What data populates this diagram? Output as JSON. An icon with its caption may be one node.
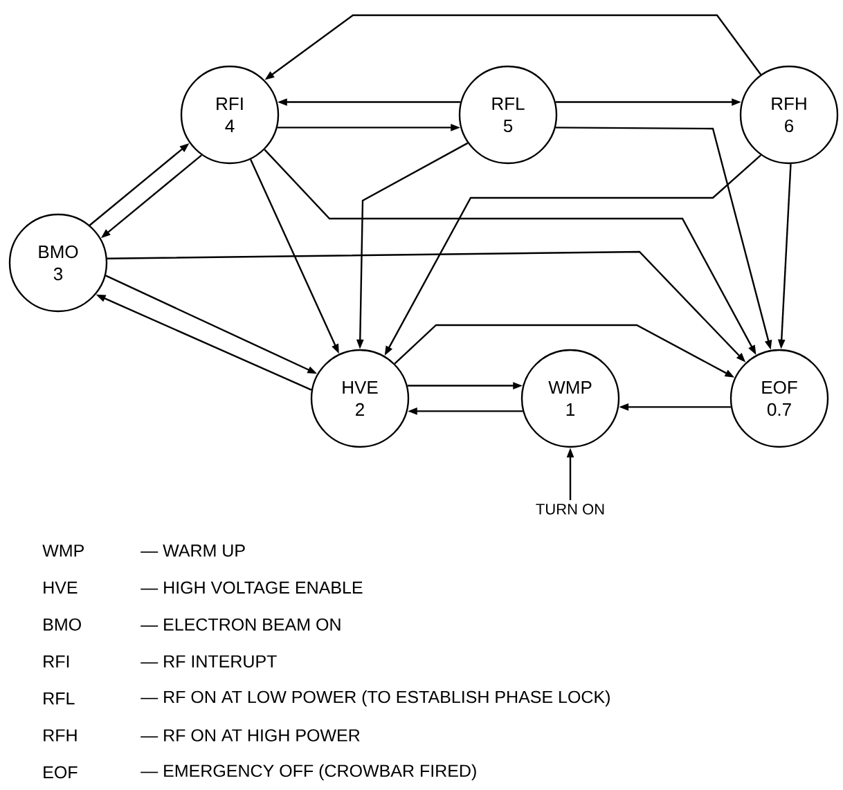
{
  "diagram": {
    "nodes": [
      {
        "text": [
          "RFI",
          "4"
        ]
      },
      {
        "text": [
          "RFL",
          "5"
        ]
      },
      {
        "text": [
          "RFH",
          "6"
        ]
      },
      {
        "text": [
          "BMO",
          "3"
        ]
      },
      {
        "text": [
          "HVE",
          "2"
        ]
      },
      {
        "text": [
          "WMP",
          "1"
        ]
      },
      {
        "text": [
          "EOF",
          "0.7"
        ]
      },
      {
        "text": [
          "TURN ON"
        ]
      }
    ],
    "edges": [
      {
        "from": 2,
        "to": 0,
        "arrow": "to"
      },
      {
        "from": 1,
        "to": 0,
        "arrow": "to"
      },
      {
        "from": 0,
        "to": 1,
        "arrow": "to"
      },
      {
        "from": 1,
        "to": 2,
        "arrow": "to"
      },
      {
        "from": 1,
        "to": 6,
        "arrow": "to"
      },
      {
        "from": 2,
        "to": 6,
        "arrow": "to"
      },
      {
        "from": 2,
        "to": 4,
        "arrow": "to"
      },
      {
        "from": 1,
        "to": 4,
        "arrow": "to"
      },
      {
        "from": 0,
        "to": 4,
        "arrow": "to"
      },
      {
        "from": 0,
        "to": 6,
        "arrow": "to"
      },
      {
        "from": 3,
        "to": 0,
        "arrow": "to"
      },
      {
        "from": 0,
        "to": 3,
        "arrow": "to"
      },
      {
        "from": 3,
        "to": 6,
        "arrow": "to"
      },
      {
        "from": 3,
        "to": 4,
        "arrow": "to"
      },
      {
        "from": 4,
        "to": 3,
        "arrow": "to"
      },
      {
        "from": 4,
        "to": 6,
        "arrow": "to"
      },
      {
        "from": 4,
        "to": 5,
        "arrow": "to"
      },
      {
        "from": 5,
        "to": 4,
        "arrow": "to"
      },
      {
        "from": 6,
        "to": 5,
        "arrow": "to"
      },
      {
        "from": 7,
        "to": 5,
        "arrow": "to"
      }
    ],
    "labels": [
      "WMP",
      "— WARM UP",
      "HVE",
      "— HIGH VOLTAGE ENABLE",
      "BMO",
      "— ELECTRON BEAM ON",
      "RFI",
      "— RF INTERUPT",
      "RFL",
      "— RF ON AT LOW POWER (TO ESTABLISH PHASE LOCK)",
      "RFH",
      "— RF ON AT HIGH POWER",
      "EOF",
      "— EMERGENCY OFF (CROWBAR FIRED)"
    ]
  }
}
